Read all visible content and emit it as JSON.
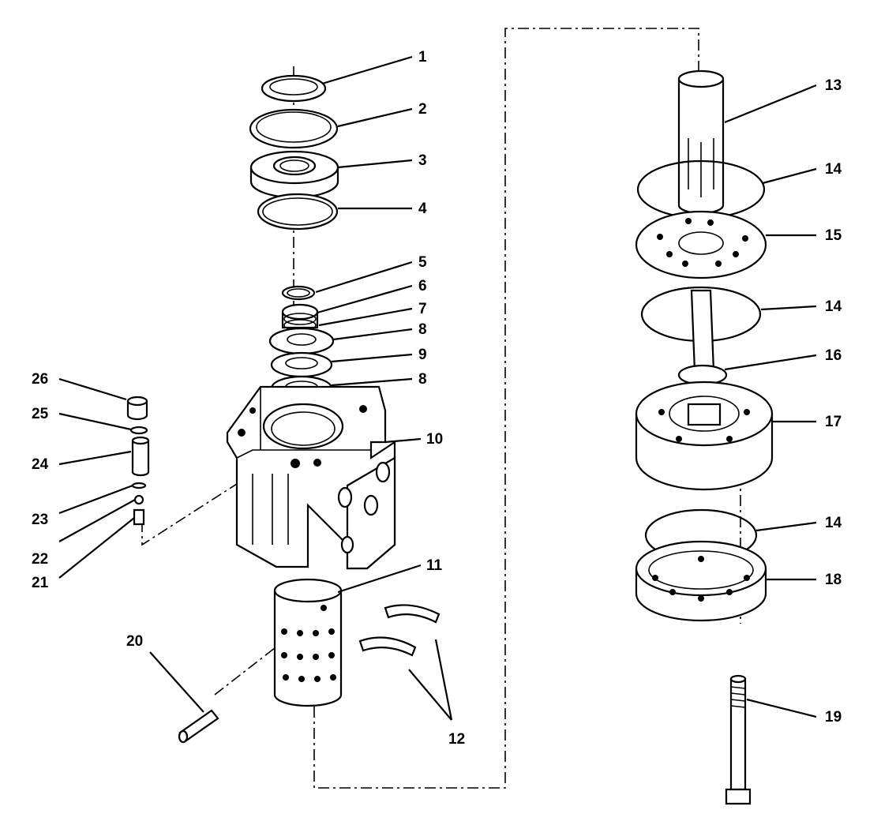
{
  "callouts": [
    {
      "label": "1"
    },
    {
      "label": "2"
    },
    {
      "label": "3"
    },
    {
      "label": "4"
    },
    {
      "label": "5"
    },
    {
      "label": "6"
    },
    {
      "label": "7"
    },
    {
      "label": "8"
    },
    {
      "label": "9"
    },
    {
      "label": "8"
    },
    {
      "label": "10"
    },
    {
      "label": "11"
    },
    {
      "label": "12"
    },
    {
      "label": "13"
    },
    {
      "label": "14"
    },
    {
      "label": "15"
    },
    {
      "label": "14"
    },
    {
      "label": "16"
    },
    {
      "label": "17"
    },
    {
      "label": "14"
    },
    {
      "label": "18"
    },
    {
      "label": "19"
    },
    {
      "label": "20"
    },
    {
      "label": "21"
    },
    {
      "label": "22"
    },
    {
      "label": "23"
    },
    {
      "label": "24"
    },
    {
      "label": "25"
    },
    {
      "label": "26"
    }
  ]
}
